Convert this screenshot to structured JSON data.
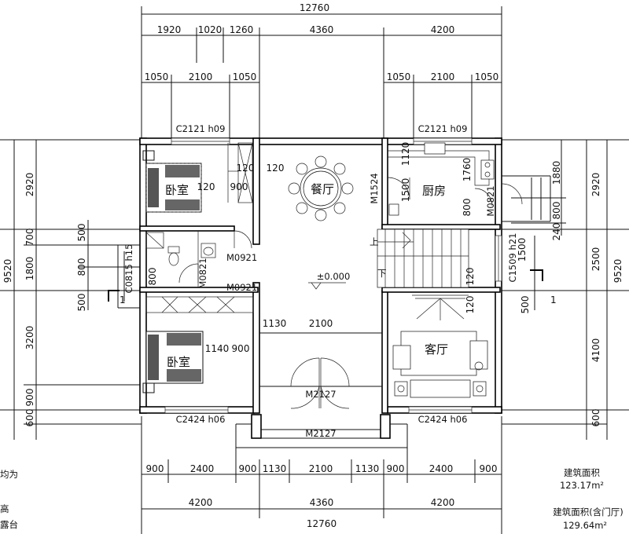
{
  "dims": {
    "total_top": "12760",
    "top2": [
      "1920",
      "1020",
      "1260",
      "4360",
      "4200"
    ],
    "top3": [
      "1050",
      "2100",
      "1050",
      "1050",
      "2100",
      "1050"
    ],
    "bottom1": [
      "900",
      "2400",
      "900",
      "1130",
      "2100",
      "1130",
      "900",
      "2400",
      "900"
    ],
    "bottom2": [
      "4200",
      "4360",
      "4200"
    ],
    "total_bottom": "12760",
    "left_outer": "9520",
    "left_inner": [
      "2920",
      "700",
      "1800",
      "3200",
      "900",
      "600"
    ],
    "left_small": [
      "500",
      "800",
      "500"
    ],
    "right_outer": "9520",
    "right_inner": [
      "2920",
      "2500",
      "4100",
      "600"
    ],
    "right_small": [
      "1880",
      "800",
      "240",
      "1500",
      "500"
    ],
    "interior": {
      "bed1_a": "120",
      "bed1_b": "900",
      "closet_a": "120",
      "closet_b": "120",
      "kitchen_1120": "1120",
      "kitchen_1500": "1500",
      "kitchen_1760": "1760",
      "kitchen_800": "800",
      "stair_120_a": "120",
      "stair_120_b": "120",
      "c0815_800": "800",
      "bed2_1140": "1140",
      "bed2_900": "900",
      "door_1130": "1130",
      "door_2100": "2100"
    }
  },
  "rooms": {
    "bedroom_top": "卧室",
    "dining": "餐厅",
    "kitchen": "厨房",
    "bedroom_bottom": "卧室",
    "living": "客厅"
  },
  "codes": {
    "win_top_left": "C2121 h09",
    "win_top_right": "C2121 h09",
    "m1524": "M1524",
    "m0821_kitchen": "M0821",
    "m0921_a": "M0921",
    "m0921_b": "M0921",
    "m0821_bath": "M0821",
    "c0815": "C0815 h15",
    "c1509": "C1509 h21",
    "m2127_a": "M2127",
    "m2127_b": "M2127",
    "win_bottom_left": "C2424 h06",
    "win_bottom_right": "C2424 h06",
    "level": "±0.000",
    "axis_left": "1",
    "axis_right": "1",
    "stair_up": "上",
    "stair_down": "下"
  },
  "info": {
    "area_label": "建筑面积",
    "area_value": "123.17m²",
    "area_incl_label": "建筑面积(含门厅)",
    "area_incl_value": "129.64m²",
    "left_note_1": "均为",
    "left_note_2": "高",
    "left_note_3": "露台"
  }
}
